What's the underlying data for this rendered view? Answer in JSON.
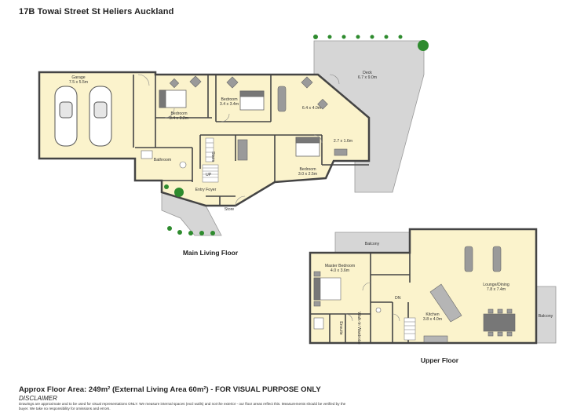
{
  "title": "17B Towai Street St Heliers Auckland",
  "floors": {
    "main": "Main Living Floor",
    "upper": "Upper Floor"
  },
  "rooms": {
    "garage": {
      "name": "Garage",
      "size": "7.5 x 5.5m"
    },
    "bedroom1": {
      "name": "Bedroom",
      "size": "3.4 x 3.2m"
    },
    "bedroom2": {
      "name": "Bedroom",
      "size": "3.4 x 3.4m"
    },
    "living_main": {
      "size": "6.4 x 4.0m"
    },
    "deck": {
      "name": "Deck",
      "size": "6.7 x 9.0m"
    },
    "study": {
      "size": "2.7 x 1.6m"
    },
    "bedroom3": {
      "name": "Bedroom",
      "size": "3.0 x 2.5m"
    },
    "bathroom": {
      "name": "Bathroom"
    },
    "entry": {
      "name": "Entry Foyer"
    },
    "store": {
      "name": "Store"
    },
    "stair_up": "UP",
    "stair_dn": "DN",
    "stairs_small": "Stairs",
    "balcony1": {
      "name": "Balcony"
    },
    "balcony2": {
      "name": "Balcony"
    },
    "master": {
      "name": "Master Bedroom",
      "size": "4.0 x 3.6m"
    },
    "lounge": {
      "name": "Lounge/Dining",
      "size": "7.8 x 7.4m"
    },
    "kitchen": {
      "name": "Kitchen",
      "size": "3.8 x 4.0m"
    },
    "ensuite": {
      "name": "Ensuite"
    },
    "walkin": {
      "name": "Walk-In Wardrobe"
    }
  },
  "footer": {
    "area": "Approx Floor Area: 249m² (External Living Area 60m²) - FOR VISUAL PURPOSE ONLY",
    "disclaimer_title": "DISCLAIMER",
    "disclaimer_text": "Drawings are approximate and to be used for visual representations ONLY. We measure internal spaces (excl walls) and not the exterior - our floor areas reflect this. Measurements should be verified by the buyer. We take no responsibility for omissions and errors."
  },
  "colors": {
    "floor": "#fbf3cc",
    "wall": "#444444",
    "deck": "#d9d9d9",
    "furniture": "#8a8a8a",
    "plant": "#2e8b2e"
  }
}
